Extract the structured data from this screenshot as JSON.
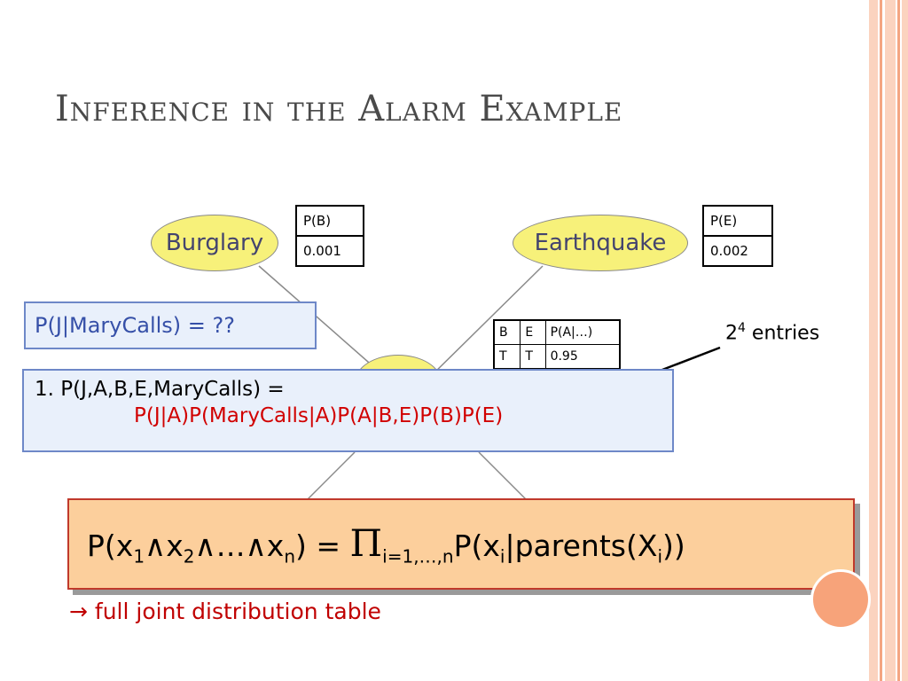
{
  "slide": {
    "title": "Inference in the Alarm Example"
  },
  "nodes": {
    "burglary": "Burglary",
    "earthquake": "Earthquake"
  },
  "cpt_b": {
    "header": "P(B)",
    "value": "0.001"
  },
  "cpt_e": {
    "header": "P(E)",
    "value": "0.002"
  },
  "cpt_alarm": {
    "headers": [
      "B",
      "E",
      "P(A|…)"
    ],
    "row1": [
      "T",
      "T",
      "0.95"
    ]
  },
  "query": "P(J|MaryCalls) = ??",
  "step1": {
    "line1": "1. P(J,A,B,E,MaryCalls) =",
    "line2": "P(J|A)P(MaryCalls|A)P(A|B,E)P(B)P(E)"
  },
  "entries_note": {
    "base": "2",
    "exp": "4",
    "text": " entries"
  },
  "formula": {
    "prefix": "P(x",
    "x1": "1",
    "and1": "∧x",
    "x2": "2",
    "and2": "∧…∧x",
    "xn": "n",
    "mid": ") = ",
    "pi": "Π",
    "range": "i=1,…,n",
    "rhs1": "P(x",
    "xi": "i",
    "rhs2": "|parents(X",
    "Xi": "i",
    "rhs3": "))"
  },
  "conclusion": "→ full joint distribution table",
  "colors": {
    "node_fill": "#f7f17a",
    "query_text": "#3650a8",
    "highlight_red": "#d10000",
    "formula_fill": "#fccf9c",
    "accent_stripe": "#f4a582"
  }
}
